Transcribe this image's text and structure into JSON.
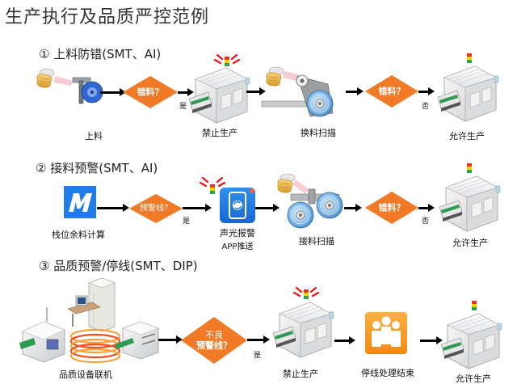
{
  "title": "生产执行及品质严控范例",
  "colors": {
    "diamond": "#f07a26",
    "app_blue": "#1e7de8",
    "orange_icon": "#f7941d",
    "light_red": "#e5322d",
    "light_yellow": "#f5d000",
    "light_green": "#27a844"
  },
  "sections": [
    {
      "title": "① 上料防错(SMT、AI)",
      "nodes": [
        {
          "icon": "barcode-scanner-feeder-icon",
          "label": "上料"
        },
        {
          "shape": "decision",
          "text": "错料？"
        },
        {
          "branch": "是"
        },
        {
          "icon": "placement-machine-alarm-icon",
          "label": "禁止生产"
        },
        {
          "icon": "reel-change-scan-icon",
          "label": "换料扫描"
        },
        {
          "shape": "decision",
          "text": "错料？"
        },
        {
          "branch": "否"
        },
        {
          "icon": "placement-machine-ok-icon",
          "label": "允许生产"
        }
      ]
    },
    {
      "title": "② 接料预警(SMT、AI)",
      "nodes": [
        {
          "icon": "m-app-icon",
          "label": "栈位余料计算"
        },
        {
          "shape": "decision",
          "text": "预警线？"
        },
        {
          "branch": "是"
        },
        {
          "icon": "phone-alarm-app-icon",
          "label": "声光报警",
          "sublabel": "APP推送"
        },
        {
          "icon": "reel-splice-scan-icon",
          "label": "接料扫描"
        },
        {
          "shape": "decision",
          "text": "错料？"
        },
        {
          "branch": "否"
        },
        {
          "icon": "placement-machine-ok-icon",
          "label": "允许生产"
        }
      ]
    },
    {
      "title": "③ 品质预警/停线(SMT、DIP)",
      "nodes": [
        {
          "icon": "quality-equipment-network-icon",
          "label": "品质设备联机"
        },
        {
          "shape": "decision",
          "text_line1": "不良",
          "text_line2": "预警线？"
        },
        {
          "branch": "是"
        },
        {
          "icon": "placement-machine-alarm-icon",
          "label": "禁止生产"
        },
        {
          "icon": "team-people-icon",
          "label": "停线处理结束"
        },
        {
          "icon": "placement-machine-ok-icon",
          "label": "允许生产"
        }
      ]
    }
  ]
}
